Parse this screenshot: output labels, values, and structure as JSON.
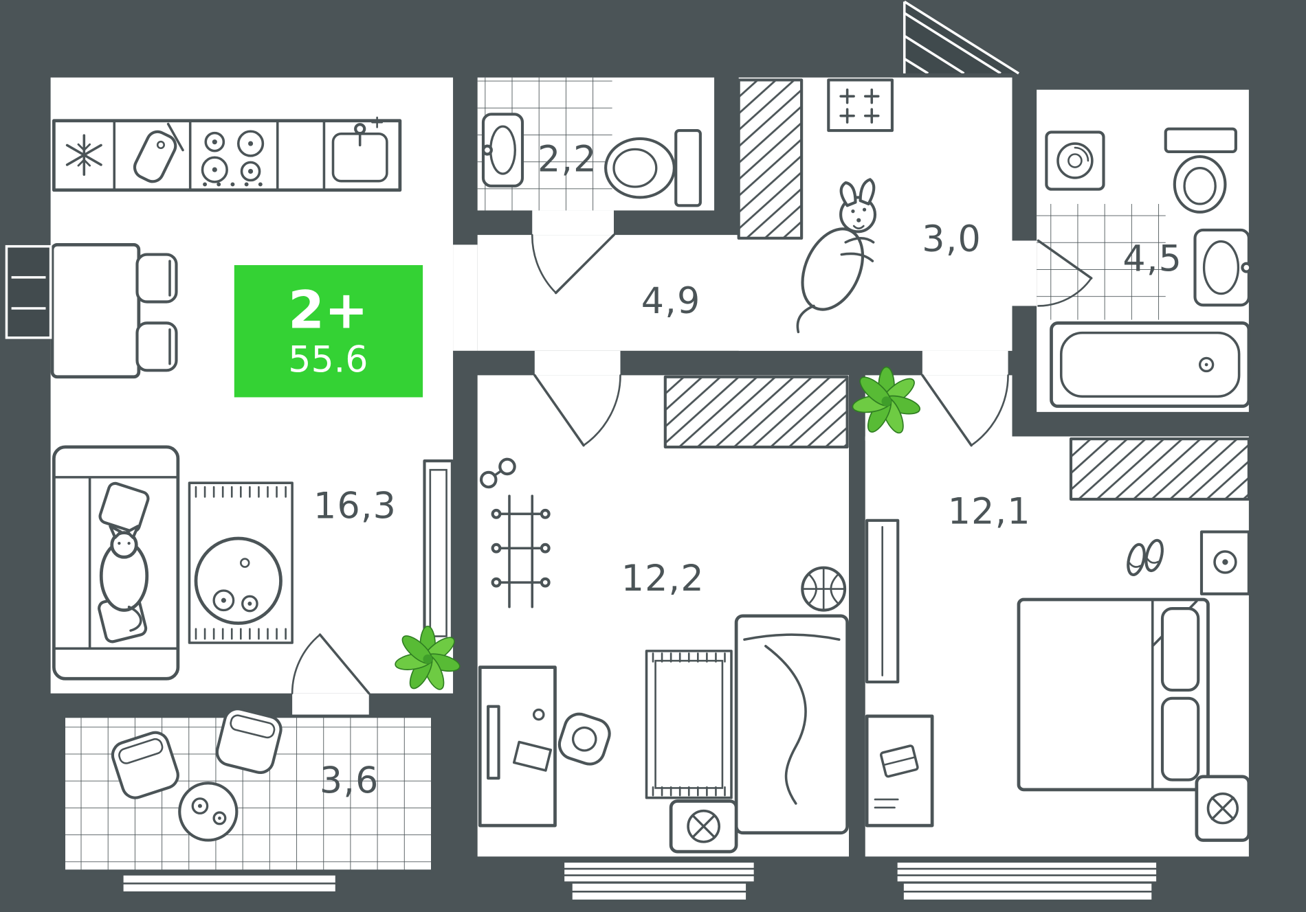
{
  "badge": {
    "rooms_label": "2+",
    "area_value": "55.6",
    "background_color": "#34d234",
    "text_color": "#ffffff"
  },
  "room_labels": {
    "living_kitchen": "16,3",
    "wc": "2,2",
    "hallway": "4,9",
    "wardrobe_zone": "3,0",
    "bathroom": "4,5",
    "bedroom_one": "12,2",
    "bedroom_two": "12,1",
    "balcony": "3,6"
  },
  "colors": {
    "background": "#4b5457",
    "walls": "#4b5457",
    "rooms": "#ffffff",
    "plant_green": "#58bb35",
    "accent_green": "#34d234"
  }
}
